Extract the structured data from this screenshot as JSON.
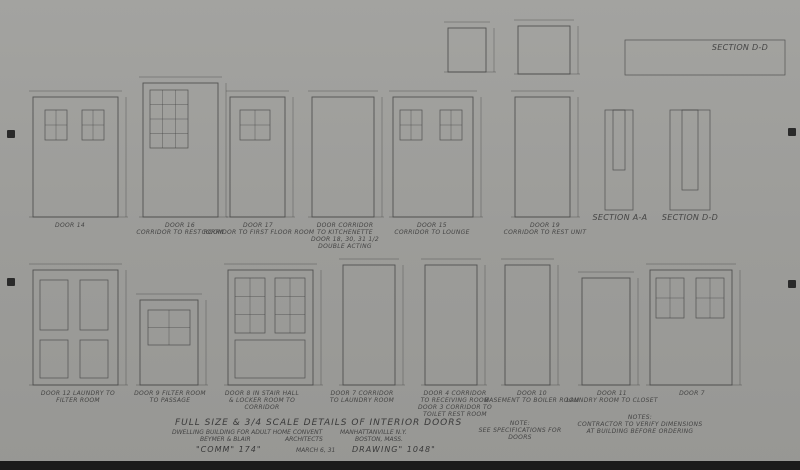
{
  "top_row": [
    {
      "label": "DOOR 14"
    },
    {
      "label": "DOOR 16\nCORRIDOR TO REST ROOM"
    },
    {
      "label": "DOOR 17\nCORRIDOR TO FIRST FLOOR ROOM"
    },
    {
      "label": "DOOR CORRIDOR\nTO KITCHENETTE\nDOOR 18, 30, 31 1/2\nDOUBLE ACTING"
    },
    {
      "label": "DOOR 15\nCORRIDOR TO LOUNGE"
    },
    {
      "label": "DOOR 19\nCORRIDOR TO REST UNIT"
    }
  ],
  "bottom_row": [
    {
      "label": "DOOR 12 LAUNDRY TO\nFILTER ROOM"
    },
    {
      "label": "DOOR 9 FILTER ROOM\nTO PASSAGE"
    },
    {
      "label": "DOOR 8 IN STAIR HALL\n& LOCKER ROOM TO\nCORRIDOR"
    },
    {
      "label": "DOOR 7 CORRIDOR\nTO LAUNDRY ROOM"
    },
    {
      "label": "DOOR 4 CORRIDOR\nTO RECEIVING ROOM\nDOOR 3 CORRIDOR TO\nTOILET REST ROOM"
    },
    {
      "label": "DOOR 10\nBASEMENT TO BOILER ROOM"
    },
    {
      "label": "DOOR 11\nLAUNDRY ROOM TO CLOSET"
    },
    {
      "label": "DOOR 7"
    }
  ],
  "sections": {
    "a": "SECTION A-A",
    "b": "SECTION D-D",
    "c": "SECTION D-D"
  },
  "notes": {
    "note_left": "NOTE:\nSEE SPECIFICATIONS FOR\nDOORS",
    "note_right": "NOTES:\nCONTRACTOR TO VERIFY DIMENSIONS\nAT BUILDING BEFORE ORDERING"
  },
  "title_block": {
    "title": "FULL SIZE & 3/4 SCALE DETAILS OF INTERIOR DOORS",
    "line2_left": "DWELLING BUILDING FOR ADULT HOME CONVENT",
    "line2_right": "MANHATTANVILLE N.Y.",
    "line3_left": "BEYMER & BLAIR",
    "line3_mid": "ARCHITECTS",
    "line3_right": "BOSTON, MASS.",
    "comm": "\"COMM\" 174\"",
    "date": "MARCH 6, 31",
    "drawing": "DRAWING\" 1048\""
  },
  "colors": {
    "paper": "#9e9e9b",
    "ink": "#3f3f3f"
  }
}
